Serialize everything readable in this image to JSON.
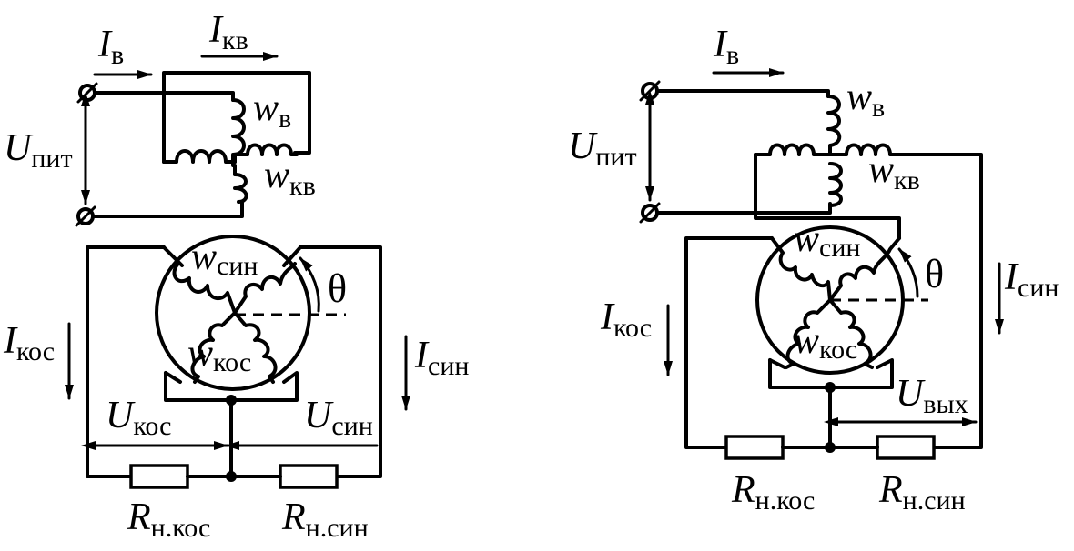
{
  "left": {
    "i_v": {
      "main": "I",
      "sub": "в"
    },
    "i_kv": {
      "main": "I",
      "sub": "кв"
    },
    "u_pit": {
      "main": "U",
      "sub": "пит"
    },
    "w_v": {
      "main": "w",
      "sub": "в"
    },
    "w_kv": {
      "main": "w",
      "sub": "кв"
    },
    "w_sin": {
      "main": "w",
      "sub": "син"
    },
    "w_kos": {
      "main": "w",
      "sub": "кос"
    },
    "theta": "θ",
    "i_kos": {
      "main": "I",
      "sub": "кос"
    },
    "i_sin": {
      "main": "I",
      "sub": "син"
    },
    "u_kos": {
      "main": "U",
      "sub": "кос"
    },
    "u_sin": {
      "main": "U",
      "sub": "син"
    },
    "r_n_kos": {
      "main": "R",
      "sub": "н.кос"
    },
    "r_n_sin": {
      "main": "R",
      "sub": "н.син"
    }
  },
  "right": {
    "i_v": {
      "main": "I",
      "sub": "в"
    },
    "u_pit": {
      "main": "U",
      "sub": "пит"
    },
    "w_v": {
      "main": "w",
      "sub": "в"
    },
    "w_kv": {
      "main": "w",
      "sub": "кв"
    },
    "w_sin": {
      "main": "w",
      "sub": "син"
    },
    "w_kos": {
      "main": "w",
      "sub": "кос"
    },
    "theta": "θ",
    "i_kos": {
      "main": "I",
      "sub": "кос"
    },
    "i_sin": {
      "main": "I",
      "sub": "син"
    },
    "u_vyh": {
      "main": "U",
      "sub": "вых"
    },
    "r_n_kos": {
      "main": "R",
      "sub": "н.кос"
    },
    "r_n_sin": {
      "main": "R",
      "sub": "н.син"
    }
  }
}
